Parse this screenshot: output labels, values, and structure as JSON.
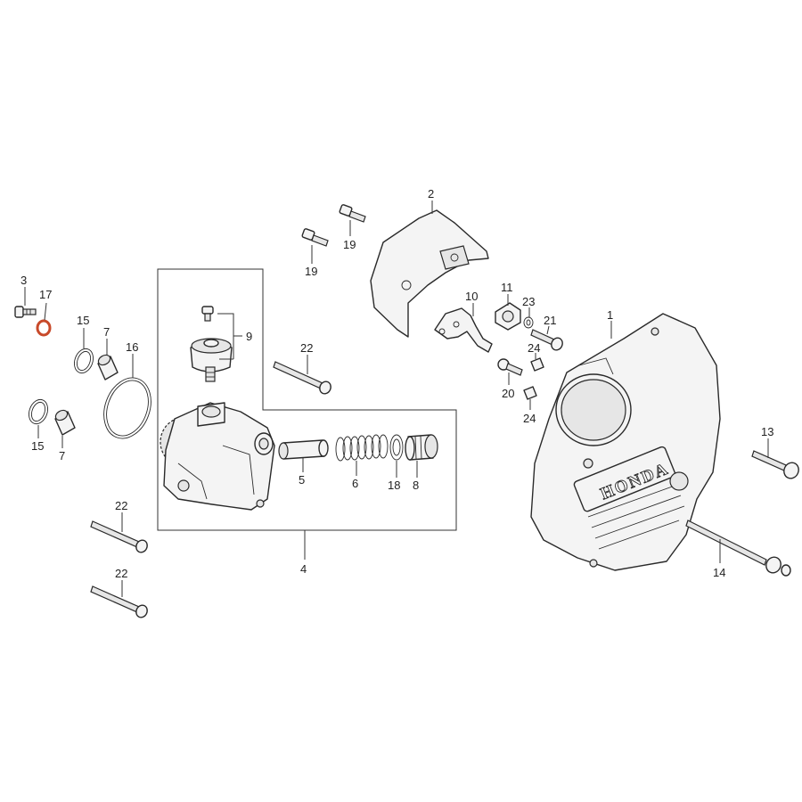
{
  "diagram": {
    "brand_text": "HONDA",
    "highlight_color": "#c84a2a",
    "callouts": [
      {
        "id": "c1",
        "text": "1"
      },
      {
        "id": "c2",
        "text": "2"
      },
      {
        "id": "c3",
        "text": "3"
      },
      {
        "id": "c4",
        "text": "4"
      },
      {
        "id": "c5",
        "text": "5"
      },
      {
        "id": "c6",
        "text": "6"
      },
      {
        "id": "c7a",
        "text": "7"
      },
      {
        "id": "c7b",
        "text": "7"
      },
      {
        "id": "c8",
        "text": "8"
      },
      {
        "id": "c9",
        "text": "9"
      },
      {
        "id": "c10",
        "text": "10"
      },
      {
        "id": "c11",
        "text": "11"
      },
      {
        "id": "c13",
        "text": "13"
      },
      {
        "id": "c14",
        "text": "14"
      },
      {
        "id": "c15a",
        "text": "15"
      },
      {
        "id": "c15b",
        "text": "15"
      },
      {
        "id": "c16",
        "text": "16"
      },
      {
        "id": "c17",
        "text": "17"
      },
      {
        "id": "c18",
        "text": "18"
      },
      {
        "id": "c19a",
        "text": "19"
      },
      {
        "id": "c19b",
        "text": "19"
      },
      {
        "id": "c20",
        "text": "20"
      },
      {
        "id": "c21",
        "text": "21"
      },
      {
        "id": "c22a",
        "text": "22"
      },
      {
        "id": "c22b",
        "text": "22"
      },
      {
        "id": "c22c",
        "text": "22"
      },
      {
        "id": "c23",
        "text": "23"
      },
      {
        "id": "c24a",
        "text": "24"
      },
      {
        "id": "c24b",
        "text": "24"
      }
    ]
  }
}
